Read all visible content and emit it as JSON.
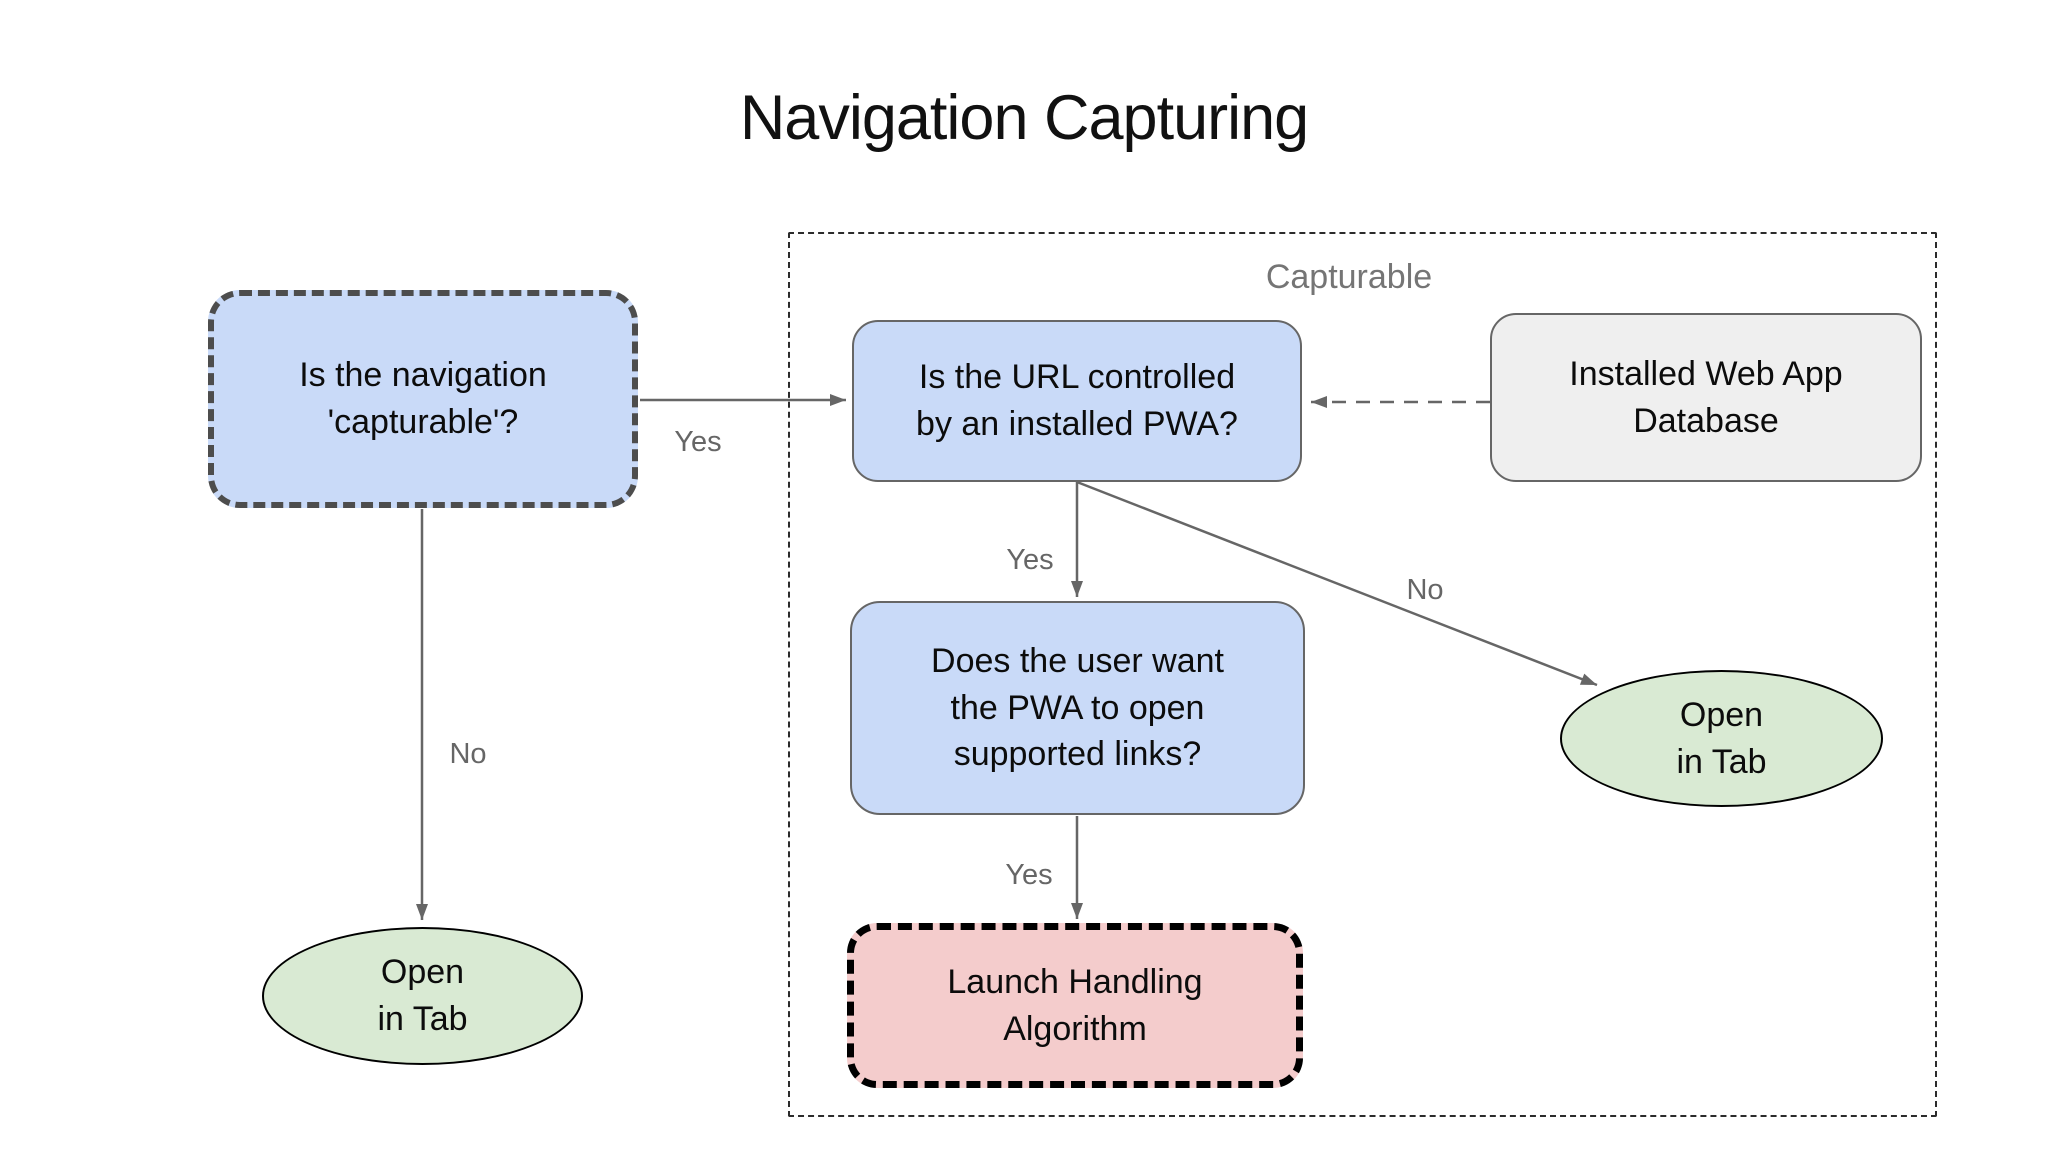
{
  "title": "Navigation Capturing",
  "container": {
    "label": "Capturable"
  },
  "nodes": {
    "capturable_q": {
      "text": "Is the navigation\n'capturable'?"
    },
    "url_q": {
      "text": "Is the URL controlled\nby an installed PWA?"
    },
    "db": {
      "text": "Installed Web App\nDatabase"
    },
    "user_q": {
      "text": "Does the user want\nthe PWA to open\nsupported links?"
    },
    "launch": {
      "text": "Launch Handling\nAlgorithm"
    },
    "open_tab_right": {
      "text": "Open\nin Tab"
    },
    "open_tab_left": {
      "text": "Open\nin Tab"
    }
  },
  "edges": {
    "capturable_yes": {
      "label": "Yes"
    },
    "capturable_no": {
      "label": "No"
    },
    "url_yes": {
      "label": "Yes"
    },
    "url_no": {
      "label": "No"
    },
    "user_yes": {
      "label": "Yes"
    }
  },
  "colors": {
    "node_blue": "#c9daf8",
    "node_green": "#d9ead3",
    "node_pink": "#f4cccc",
    "node_gray": "#efefef",
    "edge_gray": "#666666",
    "label_gray": "#666666",
    "container_border": "#2b2b2b",
    "capturable_label_gray": "#757575"
  }
}
